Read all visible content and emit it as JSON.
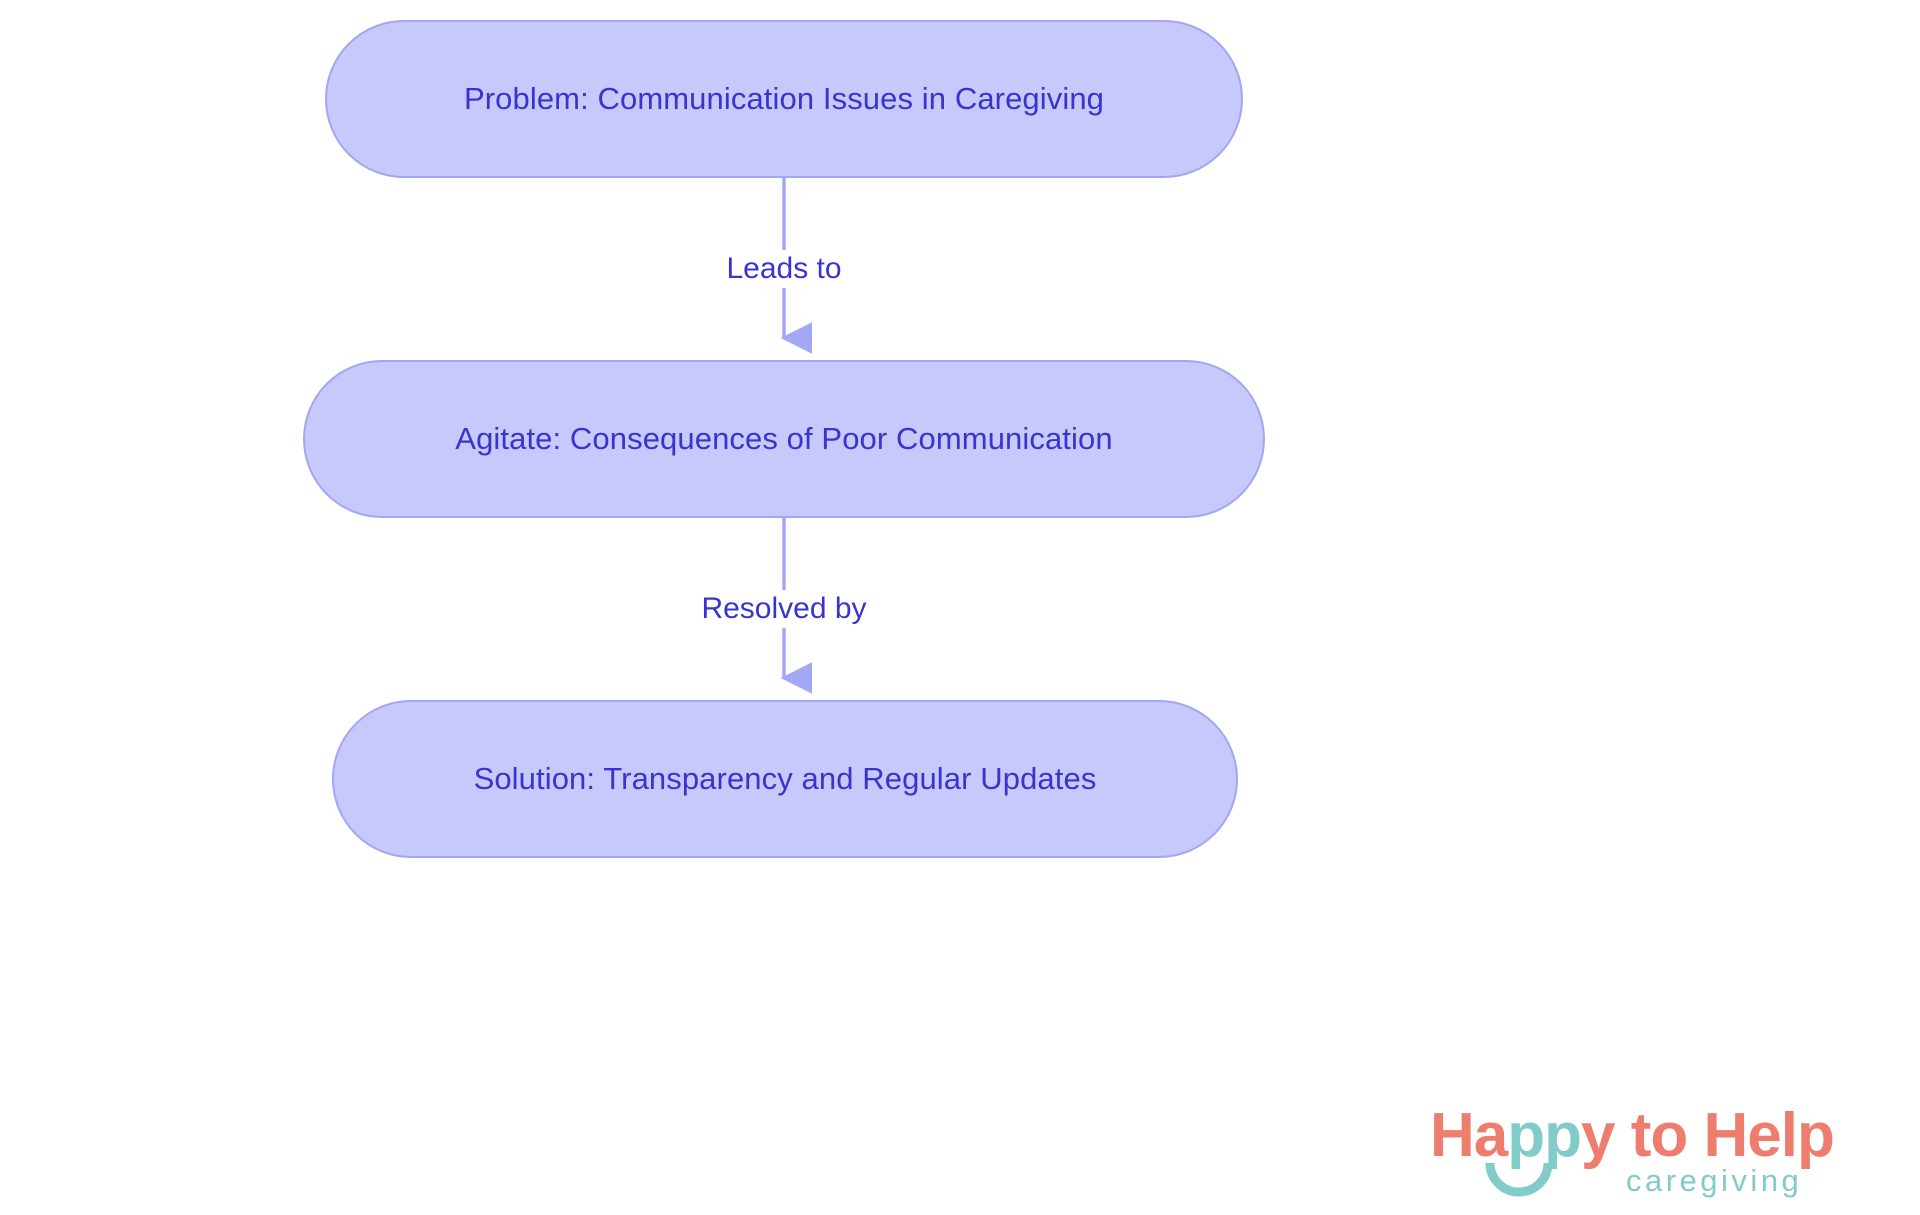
{
  "diagram": {
    "type": "flowchart",
    "orientation": "top-to-bottom",
    "background_color": "#ffffff",
    "node_fill_color": "#c7c8fb",
    "node_border_color": "#a3a6f2",
    "node_text_color": "#3a34ce",
    "edge_color": "#a3a8f5",
    "edge_label_color": "#3a34ce",
    "nodes": [
      {
        "id": "problem",
        "label": "Problem: Communication Issues in Caregiving"
      },
      {
        "id": "agitate",
        "label": "Agitate: Consequences of Poor Communication"
      },
      {
        "id": "solution",
        "label": "Solution: Transparency and Regular Updates"
      }
    ],
    "edges": [
      {
        "from": "problem",
        "to": "agitate",
        "label": "Leads to"
      },
      {
        "from": "agitate",
        "to": "solution",
        "label": "Resolved by"
      }
    ]
  },
  "logo": {
    "word_1": "Ha",
    "word_2": "pp",
    "word_3": "y",
    "word_4": " to Help",
    "tagline": "caregiving",
    "coral_color": "#ee7d6e",
    "teal_color": "#81cbc8"
  }
}
